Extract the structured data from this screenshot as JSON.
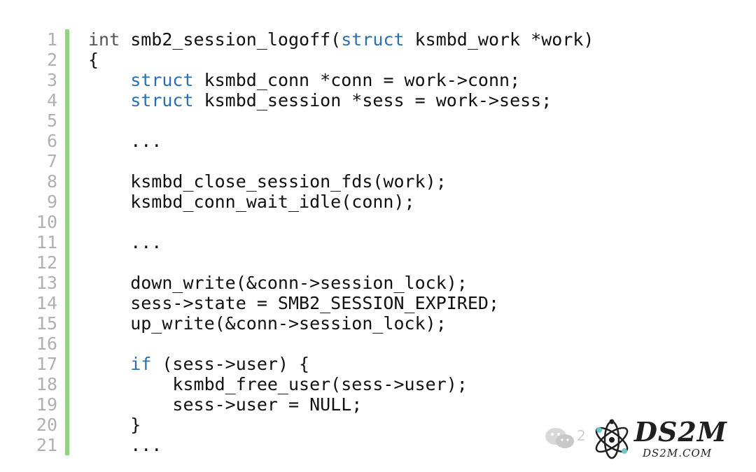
{
  "code": {
    "lines": [
      {
        "no": "1",
        "text": "int smb2_session_logoff(struct ksmbd_work *work)"
      },
      {
        "no": "2",
        "text": "{"
      },
      {
        "no": "3",
        "text": "    struct ksmbd_conn *conn = work->conn;"
      },
      {
        "no": "4",
        "text": "    struct ksmbd_session *sess = work->sess;"
      },
      {
        "no": "5",
        "text": ""
      },
      {
        "no": "6",
        "text": "    ..."
      },
      {
        "no": "7",
        "text": ""
      },
      {
        "no": "8",
        "text": "    ksmbd_close_session_fds(work);"
      },
      {
        "no": "9",
        "text": "    ksmbd_conn_wait_idle(conn);"
      },
      {
        "no": "10",
        "text": ""
      },
      {
        "no": "11",
        "text": "    ..."
      },
      {
        "no": "12",
        "text": ""
      },
      {
        "no": "13",
        "text": "    down_write(&conn->session_lock);"
      },
      {
        "no": "14",
        "text": "    sess->state = SMB2_SESSION_EXPIRED;"
      },
      {
        "no": "15",
        "text": "    up_write(&conn->session_lock);"
      },
      {
        "no": "16",
        "text": ""
      },
      {
        "no": "17",
        "text": "    if (sess->user) {"
      },
      {
        "no": "18",
        "text": "        ksmbd_free_user(sess->user);"
      },
      {
        "no": "19",
        "text": "        sess->user = NULL;"
      },
      {
        "no": "20",
        "text": "    }"
      },
      {
        "no": "21",
        "text": "    ..."
      }
    ],
    "keywords": [
      "struct",
      "if"
    ],
    "colors": {
      "keyword": "#2a6fb1",
      "text": "#111111",
      "line_number": "#b0b0b0",
      "gutter": "#8fd47e"
    }
  },
  "watermark": {
    "wechat_icon": "wechat-icon",
    "wechat_text": "2",
    "brand": "DS2M",
    "url": "DS2M.COM"
  }
}
